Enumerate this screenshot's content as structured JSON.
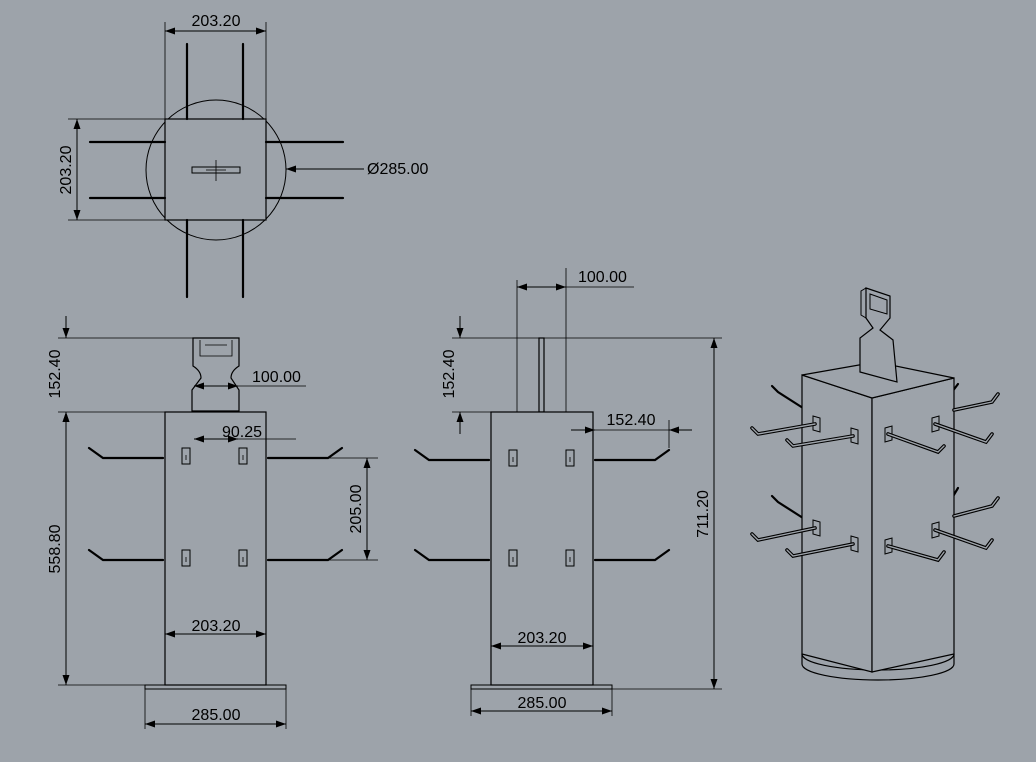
{
  "colors": {
    "background": "#9da3aa",
    "line": "#000000"
  },
  "top_view": {
    "width_dim": "203.20",
    "height_dim": "203.20",
    "diameter_dim": "Ø285.00"
  },
  "front_view": {
    "header_height_dim": "152.40",
    "header_width_dim": "100.00",
    "hook_spacing_dim": "90.25",
    "row_spacing_dim": "205.00",
    "body_height_dim": "558.80",
    "body_width_dim": "203.20",
    "base_width_dim": "285.00"
  },
  "side_view": {
    "header_width_dim": "100.00",
    "header_height_dim": "152.40",
    "hook_length_dim": "152.40",
    "total_height_dim": "711.20",
    "body_width_dim": "203.20",
    "base_width_dim": "285.00"
  }
}
